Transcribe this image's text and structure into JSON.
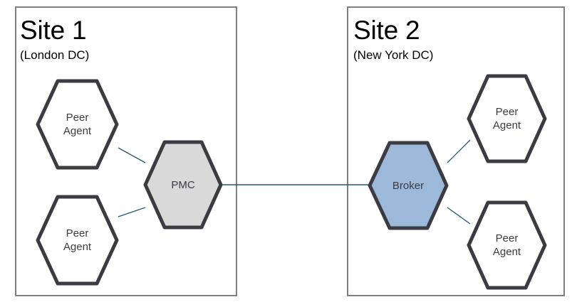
{
  "diagram": {
    "title_visible": false,
    "background": "#ffffff",
    "colors": {
      "site_box_border": "#808080",
      "hex_border": "#3b3b43",
      "peer_fill": "#ffffff",
      "pmc_fill": "#d9d9d9",
      "broker_fill": "#9cb9d9",
      "link_line": "#235a6b",
      "label_text": "#3b3b43",
      "title_text": "#000000"
    }
  },
  "sites": [
    {
      "id": "site-1",
      "title": "Site 1",
      "subtitle": "(London DC)"
    },
    {
      "id": "site-2",
      "title": "Site 2",
      "subtitle": "(New York DC)"
    }
  ],
  "nodes": [
    {
      "id": "pa-1",
      "label": "Peer\nAgent",
      "shape": "hexagon",
      "fill": "#ffffff",
      "site": "site-1"
    },
    {
      "id": "pmc",
      "label": "PMC",
      "shape": "hexagon",
      "fill": "#d9d9d9",
      "site": "site-1"
    },
    {
      "id": "pa-2",
      "label": "Peer\nAgent",
      "shape": "hexagon",
      "fill": "#ffffff",
      "site": "site-1"
    },
    {
      "id": "broker",
      "label": "Broker",
      "shape": "hexagon",
      "fill": "#9cb9d9",
      "site": "site-2"
    },
    {
      "id": "pa-3",
      "label": "Peer\nAgent",
      "shape": "hexagon",
      "fill": "#ffffff",
      "site": "site-2"
    },
    {
      "id": "pa-4",
      "label": "Peer\nAgent",
      "shape": "hexagon",
      "fill": "#ffffff",
      "site": "site-2"
    }
  ],
  "links": [
    {
      "id": "link-pa1-pmc",
      "from": "pa-1",
      "to": "pmc",
      "style": "solid"
    },
    {
      "id": "link-pa2-pmc",
      "from": "pa-2",
      "to": "pmc",
      "style": "solid"
    },
    {
      "id": "link-pmc-broker",
      "from": "pmc",
      "to": "broker",
      "style": "solid"
    },
    {
      "id": "link-broker-pa3",
      "from": "broker",
      "to": "pa-3",
      "style": "solid"
    },
    {
      "id": "link-broker-pa4",
      "from": "broker",
      "to": "pa-4",
      "style": "solid"
    }
  ]
}
